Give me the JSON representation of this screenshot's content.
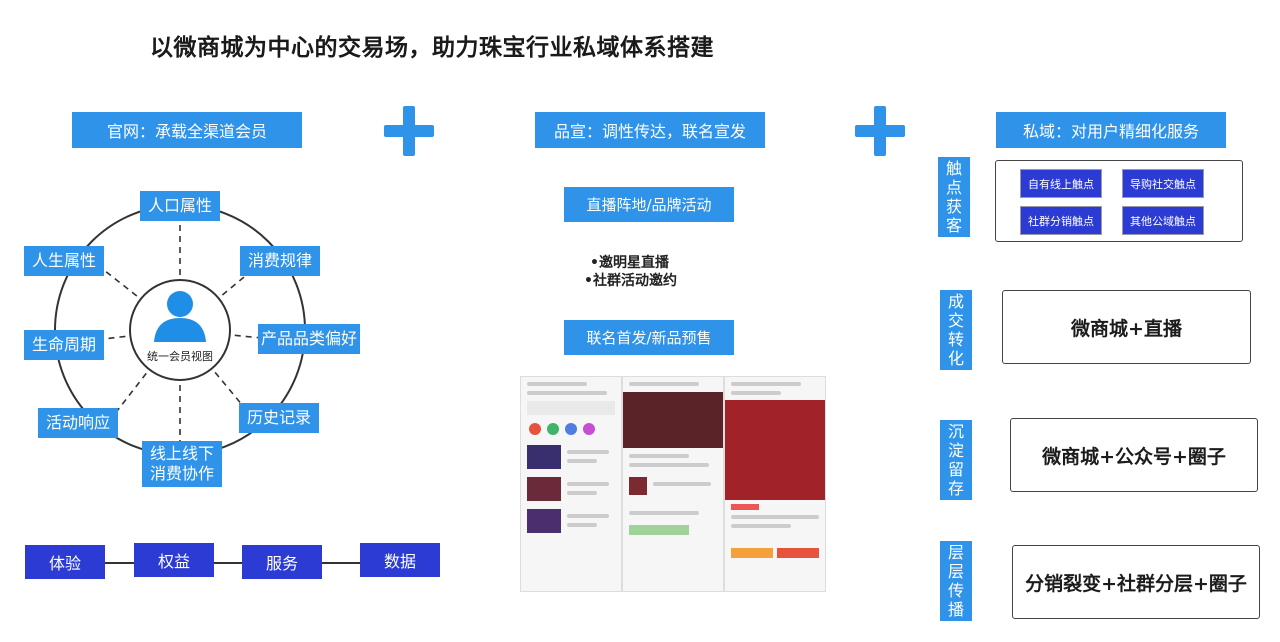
{
  "title": "以微商城为中心的交易场，助力珠宝行业私域体系搭建",
  "columns": {
    "left_header": "官网：承载全渠道会员",
    "mid_header": "品宣：调性传达，联名宣发",
    "right_header": "私域：对用户精细化服务"
  },
  "member_diagram": {
    "center_label": "统一会员视图",
    "nodes": {
      "population": "人口属性",
      "life": "人生属性",
      "consumption": "消费规律",
      "lifecycle": "生命周期",
      "category": "产品品类偏好",
      "activity": "活动响应",
      "history": "历史记录",
      "online_offline_1": "线上线下",
      "online_offline_2": "消费协作"
    }
  },
  "bottom_chain": [
    "体验",
    "权益",
    "服务",
    "数据"
  ],
  "middle": {
    "box1": "直播阵地/品牌活动",
    "bullets": [
      "•邀明星直播",
      "•社群活动邀约"
    ],
    "box2": "联名首发/新品预售"
  },
  "right_rows": [
    {
      "tag": [
        "触",
        "点",
        "获",
        "客"
      ],
      "chips": [
        "自有线上触点",
        "导购社交触点",
        "社群分销触点",
        "其他公域触点"
      ]
    },
    {
      "tag": [
        "成",
        "交",
        "转",
        "化"
      ],
      "text": "微商城+直播"
    },
    {
      "tag": [
        "沉",
        "淀",
        "留",
        "存"
      ],
      "text": "微商城+公众号+圈子"
    },
    {
      "tag": [
        "层",
        "层",
        "传",
        "播"
      ],
      "text": "分销裂变+社群分层+圈子"
    }
  ],
  "colors": {
    "accent": "#2f93e9",
    "navy": "#2b3bd4"
  }
}
